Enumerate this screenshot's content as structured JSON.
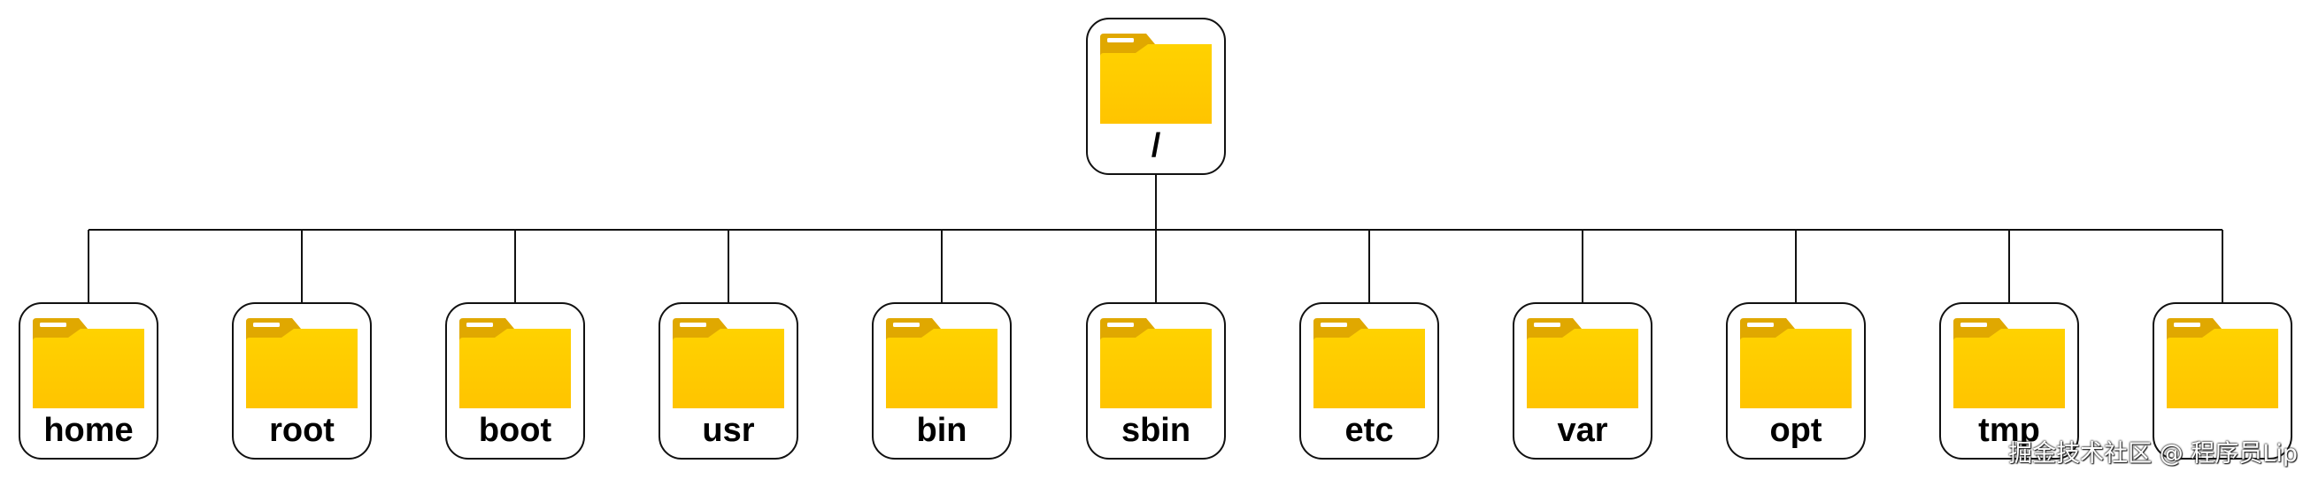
{
  "root": {
    "label": "/"
  },
  "children": [
    {
      "label": "home"
    },
    {
      "label": "root"
    },
    {
      "label": "boot"
    },
    {
      "label": "usr"
    },
    {
      "label": "bin"
    },
    {
      "label": "sbin"
    },
    {
      "label": "etc"
    },
    {
      "label": "var"
    },
    {
      "label": "opt"
    },
    {
      "label": "tmp"
    },
    {
      "label": ""
    }
  ],
  "watermark": {
    "text": "掘金技术社区 @ 程序员Lip"
  },
  "colors": {
    "folder_back": "#E0A800",
    "folder_front_top": "#FFD200",
    "folder_front_bottom": "#FFC400",
    "tab_slot": "#FFFFFF",
    "border": "#111111"
  },
  "icons": {
    "folder": "folder-icon"
  }
}
